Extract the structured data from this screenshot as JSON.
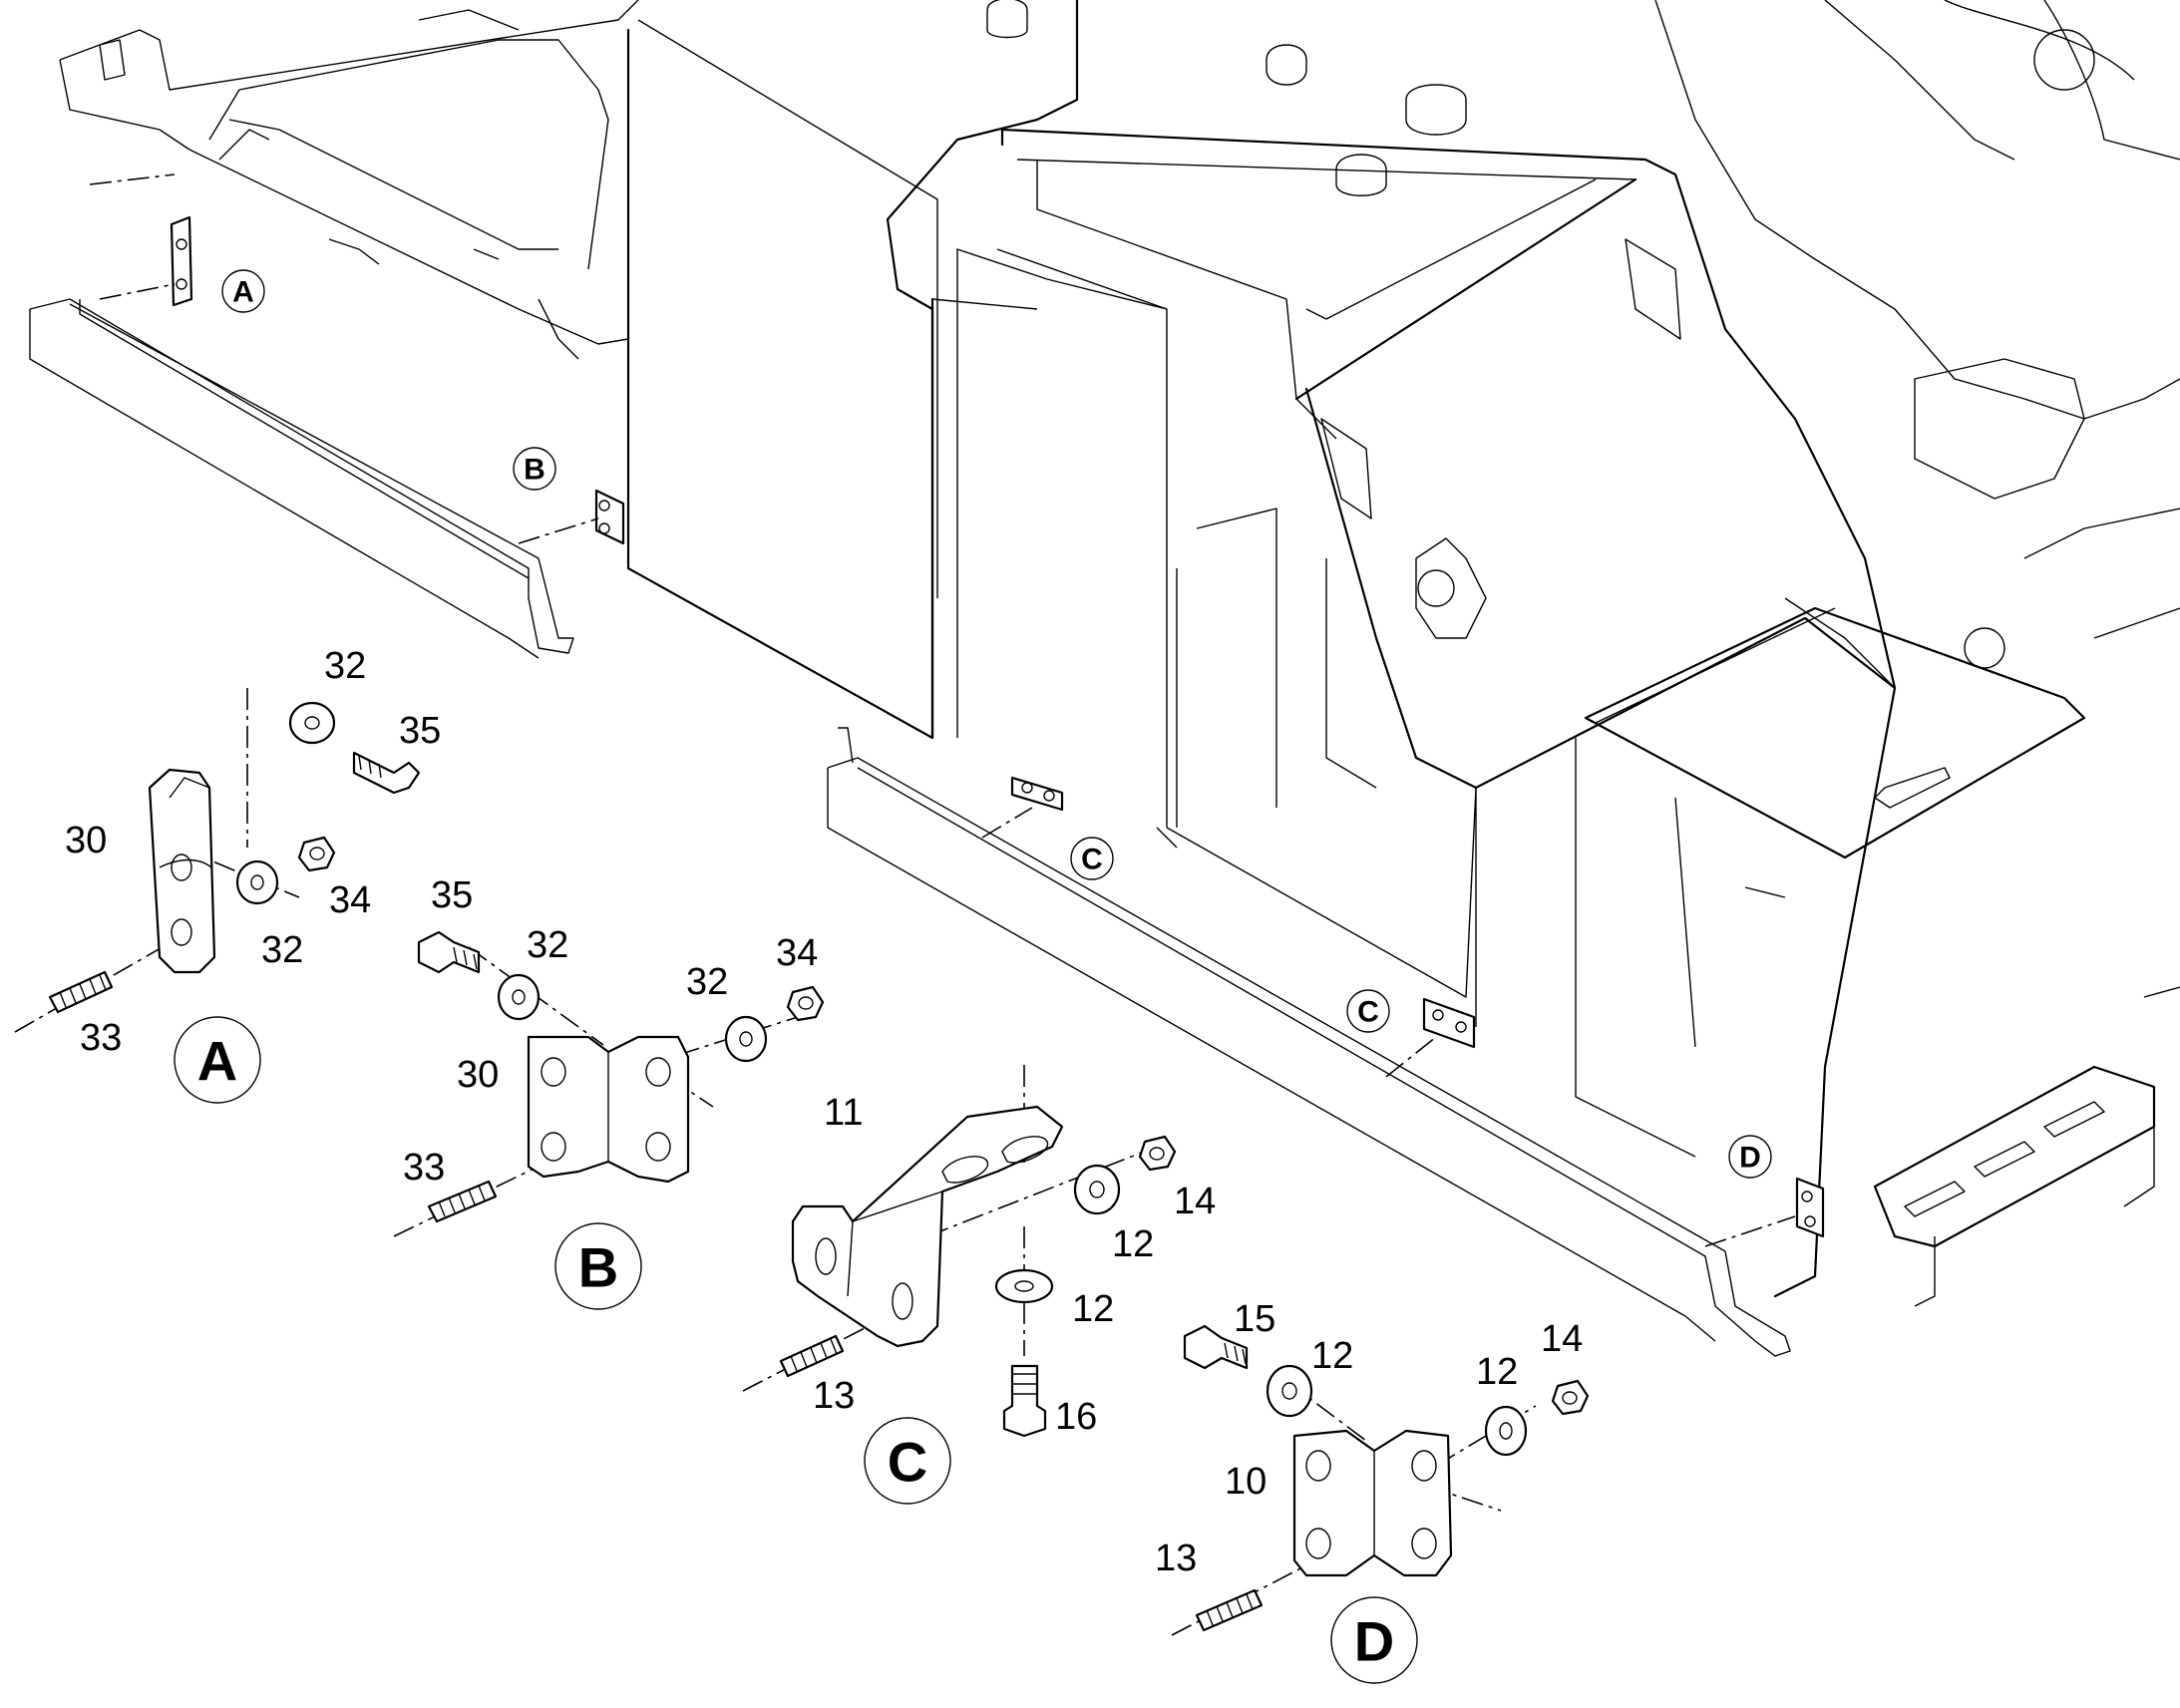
{
  "detail_views": [
    {
      "id": "A",
      "label": "A",
      "parts": {
        "bracket": "30",
        "stud": "33",
        "washer_top": "32",
        "bolt": "35",
        "washer_side": "32",
        "nut": "34"
      }
    },
    {
      "id": "B",
      "label": "B",
      "parts": {
        "bolt": "35",
        "washer_left": "32",
        "washer_right": "32",
        "nut": "34",
        "bracket": "30",
        "stud": "33"
      }
    },
    {
      "id": "C",
      "label": "C",
      "parts": {
        "bracket": "11",
        "washer_right": "12",
        "nut": "14",
        "washer_bottom": "12",
        "stud": "13",
        "bolt": "16"
      }
    },
    {
      "id": "D",
      "label": "D",
      "parts": {
        "bolt": "15",
        "washer_left": "12",
        "washer_right": "12",
        "nut": "14",
        "bracket": "10",
        "stud": "13"
      }
    }
  ],
  "location_markers": [
    "A",
    "B",
    "C",
    "C",
    "D"
  ]
}
